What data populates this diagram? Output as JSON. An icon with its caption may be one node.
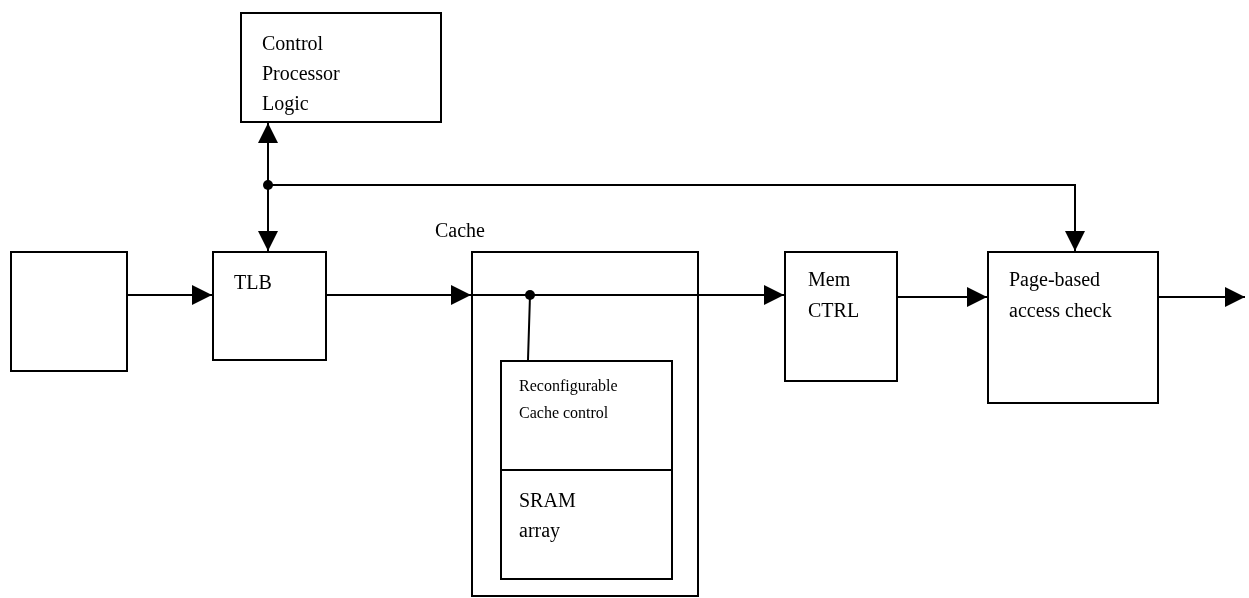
{
  "diagram": {
    "nodes": [
      {
        "text": [
          "Control Processor Logic"
        ]
      },
      {
        "text": [],
        "shape": "box"
      },
      {
        "text": [
          "TLB"
        ]
      },
      {
        "text": [
          "Cache"
        ]
      },
      {
        "text": [
          "Reconfigurable Cache control"
        ],
        "in": 3
      },
      {
        "text": [
          "SRAM array"
        ],
        "in": 3
      },
      {
        "text": [
          "Mem CTRL"
        ]
      },
      {
        "text": [
          "Page-based access check"
        ]
      }
    ],
    "edges": [
      {
        "from": 1,
        "to": 2,
        "arrow": "to"
      },
      {
        "from": 0,
        "to": 2,
        "arrow": "both"
      },
      {
        "from": 2,
        "to": 7,
        "arrow": "to"
      },
      {
        "from": 2,
        "to": 3,
        "arrow": "to"
      },
      {
        "from": 3,
        "to": 4,
        "arrow": "other"
      },
      {
        "from": 3,
        "to": 6,
        "arrow": "to"
      },
      {
        "from": 6,
        "to": 7,
        "arrow": "to"
      },
      {
        "from": 7,
        "to": null,
        "arrow": "to"
      }
    ]
  }
}
